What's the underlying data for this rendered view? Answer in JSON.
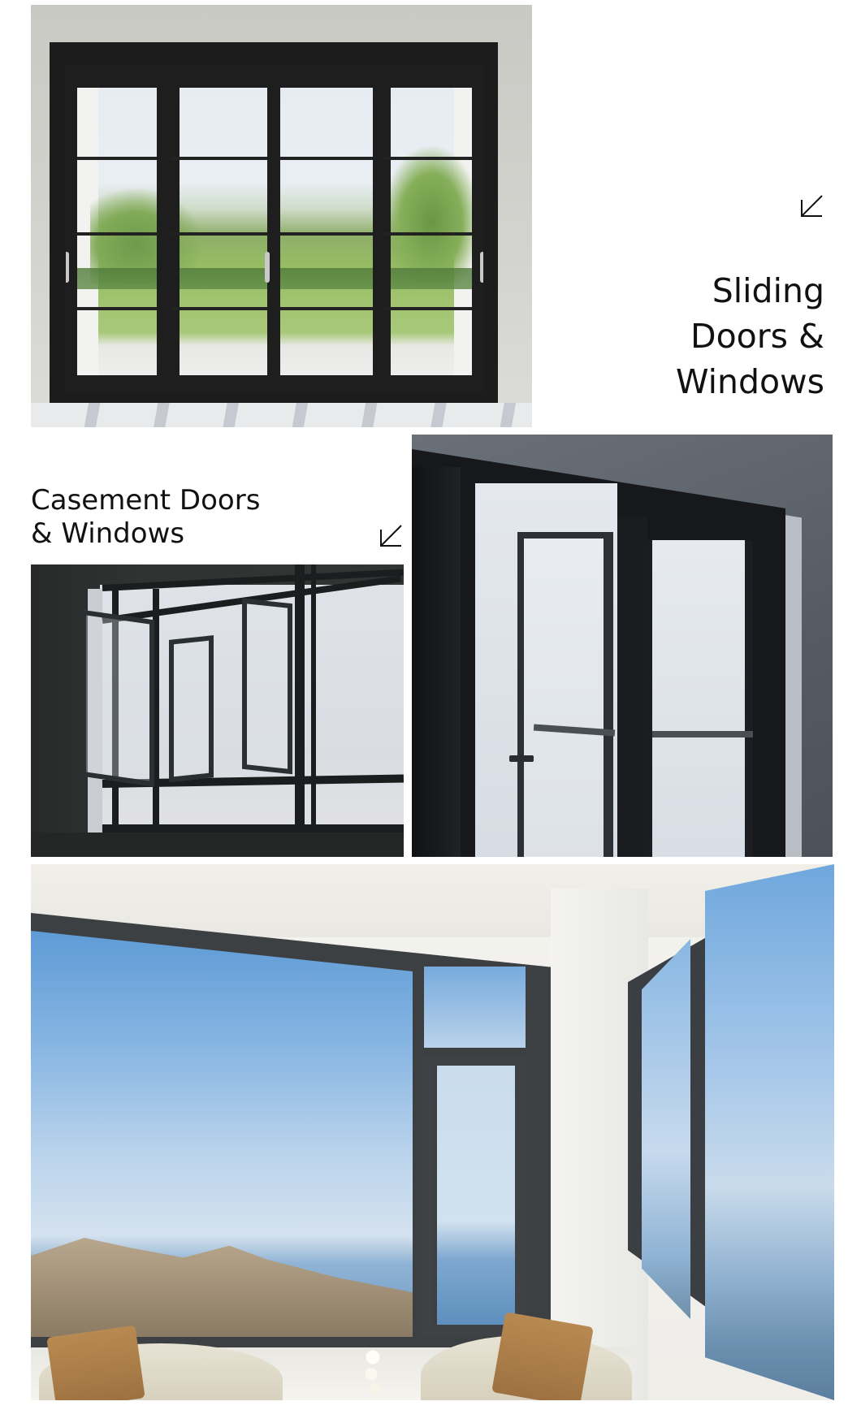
{
  "sections": {
    "sliding": {
      "title_lines": [
        "Sliding",
        "Doors &",
        "Windows"
      ],
      "arrow_icon": "arrow-down-left-icon",
      "photo_alt": "Black-framed four-panel sliding glass door overlooking a green lawn and trees"
    },
    "casement": {
      "title_lines": [
        "Casement Doors",
        "& Windows"
      ],
      "arrow_icon": "arrow-down-left-icon",
      "photo_alt": "Dark-framed casement windows with open sashes against a pale sky"
    },
    "folding": {
      "photo_alt": "Dark aluminium folding glass door with one panel partially open in a grey room"
    },
    "corner": {
      "photo_alt": "Corner room with grey aluminium casement windows overlooking the sea and cliffs, two armchairs with brown cushions"
    }
  },
  "colors": {
    "text": "#111111",
    "background": "#ffffff",
    "frame_black": "#1c1c1c",
    "frame_grey": "#3d4043",
    "sky_blue": "#8ab7e3",
    "lawn_green": "#97bd63"
  }
}
